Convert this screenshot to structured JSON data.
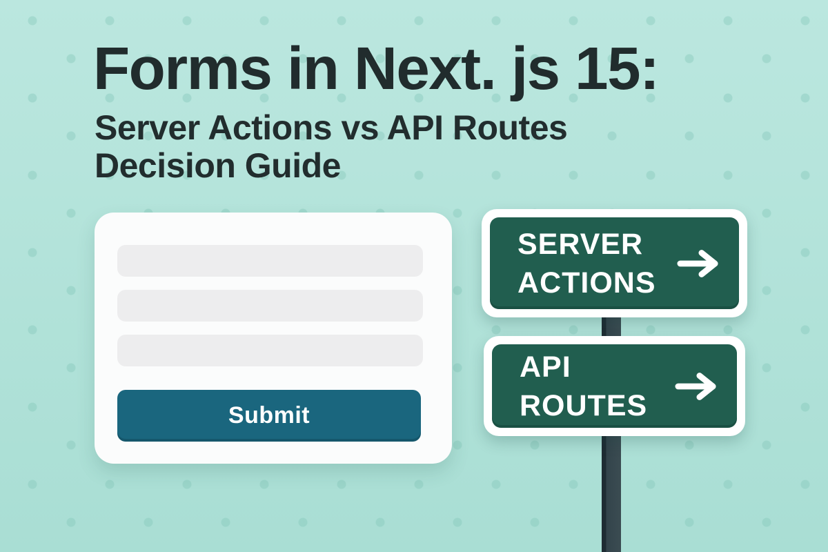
{
  "colors": {
    "background_top": "#bbe7df",
    "background_bottom": "#a9ded4",
    "dot": "#a3d8cd",
    "heading_text": "#212c2d",
    "card": "#fbfcfc",
    "field": "#ededee",
    "button": "#1a667e",
    "button_text": "#ffffff",
    "sign_green": "#215e4f",
    "sign_frame": "#ffffff",
    "sign_text": "#ffffff",
    "pole": "#33444b"
  },
  "header": {
    "title": "Forms in Next. js 15:",
    "subtitle_line1": "Server Actions vs API Routes",
    "subtitle_line2": "Decision Guide"
  },
  "form_card": {
    "fields": [
      "",
      "",
      ""
    ],
    "submit_label": "Submit"
  },
  "signs": [
    {
      "line1": "SERVER",
      "line2": "ACTIONS",
      "icon": "arrow-right"
    },
    {
      "line1": "API",
      "line2": "ROUTES",
      "icon": "arrow-right"
    }
  ]
}
